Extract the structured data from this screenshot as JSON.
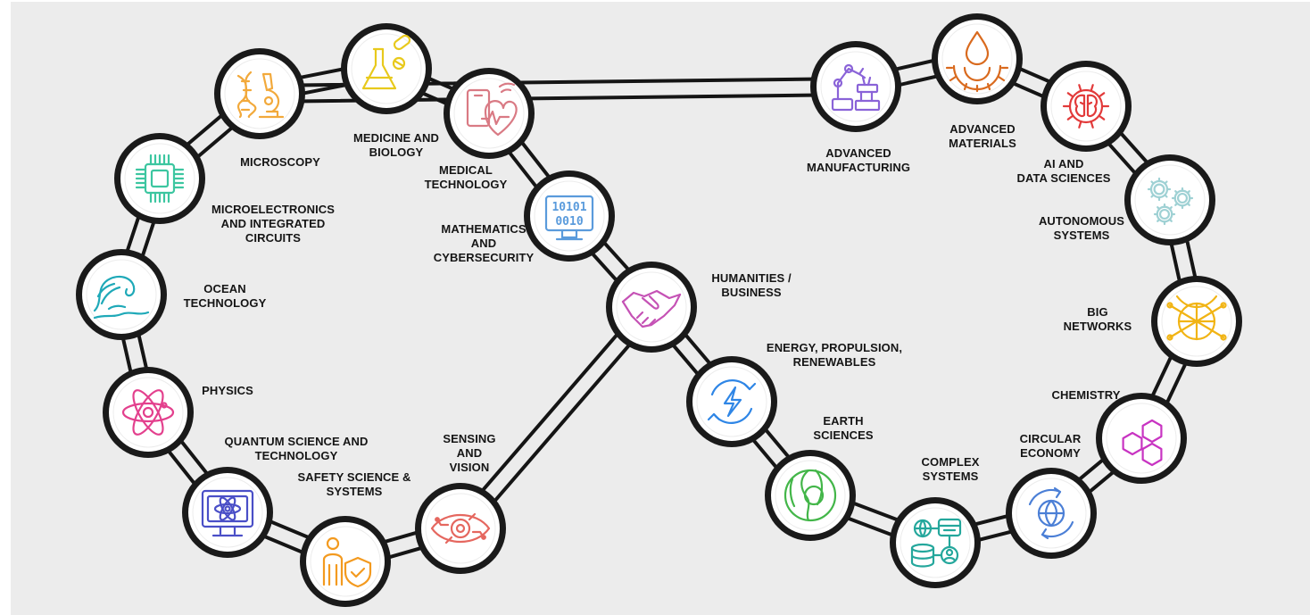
{
  "nodes": [
    {
      "id": "microscopy",
      "label": "MICROSCOPY",
      "icon": "dna-microscope-icon",
      "color": "#f2a93b"
    },
    {
      "id": "medicine-biology",
      "label": "MEDICINE AND\nBIOLOGY",
      "icon": "flask-pills-icon",
      "color": "#e8c91c"
    },
    {
      "id": "medical-technology",
      "label": "MEDICAL\nTECHNOLOGY",
      "icon": "tablet-heart-icon",
      "color": "#d97a84"
    },
    {
      "id": "mathematics-cybersecurity",
      "label": "MATHEMATICS\nAND\nCYBERSECURITY",
      "icon": "binary-monitor-icon",
      "color": "#5a9bdc"
    },
    {
      "id": "microelectronics",
      "label": "MICROELECTRONICS\nAND INTEGRATED\nCIRCUITS",
      "icon": "chip-icon",
      "color": "#3cc6a0"
    },
    {
      "id": "ocean-technology",
      "label": "OCEAN\nTECHNOLOGY",
      "icon": "wave-icon",
      "color": "#1fa9b8"
    },
    {
      "id": "physics",
      "label": "PHYSICS",
      "icon": "atom-icon",
      "color": "#e3408d"
    },
    {
      "id": "quantum-science",
      "label": "QUANTUM SCIENCE AND\nTECHNOLOGY",
      "icon": "monitor-atom-icon",
      "color": "#4a4fc7"
    },
    {
      "id": "safety-science",
      "label": "SAFETY SCIENCE &\nSYSTEMS",
      "icon": "person-shield-icon",
      "color": "#f39a1f"
    },
    {
      "id": "sensing-vision",
      "label": "SENSING\nAND\nVISION",
      "icon": "eye-circuit-icon",
      "color": "#e5675f"
    },
    {
      "id": "humanities-business",
      "label": "HUMANITIES /\nBUSINESS",
      "icon": "handshake-icon",
      "color": "#c552b5"
    },
    {
      "id": "energy",
      "label": "ENERGY, PROPULSION,\nRENEWABLES",
      "icon": "energy-cycle-icon",
      "color": "#2f86e6"
    },
    {
      "id": "earth-sciences",
      "label": "EARTH\nSCIENCES",
      "icon": "earth-profile-icon",
      "color": "#43b649"
    },
    {
      "id": "complex-systems",
      "label": "COMPLEX\nSYSTEMS",
      "icon": "network-database-icon",
      "color": "#24a79c"
    },
    {
      "id": "circular-economy",
      "label": "CIRCULAR\nECONOMY",
      "icon": "globe-arrows-icon",
      "color": "#4b7fd6"
    },
    {
      "id": "chemistry",
      "label": "CHEMISTRY",
      "icon": "hexagons-icon",
      "color": "#c834c2"
    },
    {
      "id": "big-networks",
      "label": "BIG\nNETWORKS",
      "icon": "network-globe-icon",
      "color": "#f1b414"
    },
    {
      "id": "autonomous-systems",
      "label": "AUTONOMOUS\nSYSTEMS",
      "icon": "gears-icon",
      "color": "#9fd1d4"
    },
    {
      "id": "ai-data-sciences",
      "label": "AI AND\nDATA SCIENCES",
      "icon": "brain-gear-icon",
      "color": "#e23a3a"
    },
    {
      "id": "advanced-materials",
      "label": "ADVANCED\nMATERIALS",
      "icon": "drop-gear-icon",
      "color": "#d96a1e"
    },
    {
      "id": "advanced-manufacturing",
      "label": "ADVANCED\nMANUFACTURING",
      "icon": "robot-arm-icon",
      "color": "#8a63d8"
    }
  ]
}
